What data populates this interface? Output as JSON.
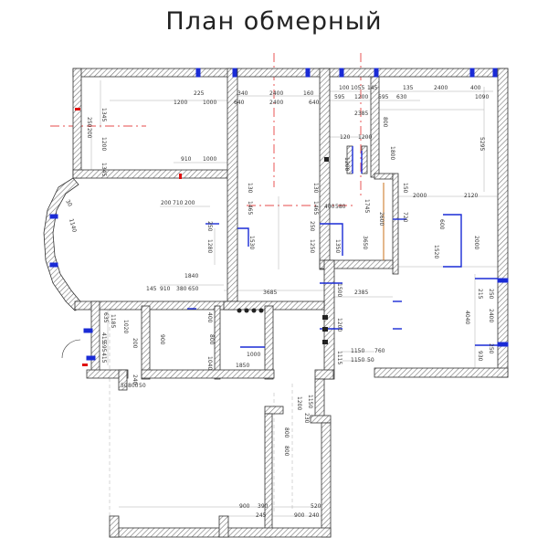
{
  "title": "План обмерный",
  "colors": {
    "wall_hatch": "#888888",
    "window_blue": "#1a2bd6",
    "axis_red": "#e01010",
    "accent_orange": "#c8701a",
    "dim_line": "#666666"
  },
  "dimensions": [
    "1345",
    "1200",
    "1345",
    "250",
    "200",
    "1200",
    "225",
    "1000",
    "340",
    "2400",
    "640",
    "2400",
    "640",
    "160",
    "100",
    "1055",
    "145",
    "595",
    "1200",
    "595",
    "630",
    "135",
    "2400",
    "400",
    "1090",
    "2385",
    "800",
    "5295",
    "120",
    "1200",
    "1800",
    "1200",
    "910",
    "1000",
    "200",
    "710",
    "200",
    "130",
    "1465",
    "130",
    "1465",
    "400",
    "580",
    "1745",
    "150",
    "2000",
    "2120",
    "720",
    "2600",
    "3650",
    "250",
    "1280",
    "1530",
    "250",
    "1250",
    "1350",
    "600",
    "1520",
    "2000",
    "1840",
    "145",
    "910",
    "380",
    "650",
    "3685",
    "1500",
    "2385",
    "635",
    "1020",
    "200",
    "900",
    "400",
    "1000",
    "800",
    "1850",
    "1040",
    "1200",
    "1150",
    "760",
    "1150",
    "50",
    "1115",
    "2400",
    "930",
    "250",
    "4040",
    "215",
    "250",
    "415",
    "595",
    "415",
    "1185",
    "240",
    "50",
    "800",
    "50",
    "1200",
    "230",
    "1150",
    "800",
    "800",
    "900",
    "390",
    "245",
    "900",
    "240",
    "520",
    "30",
    "1140"
  ]
}
